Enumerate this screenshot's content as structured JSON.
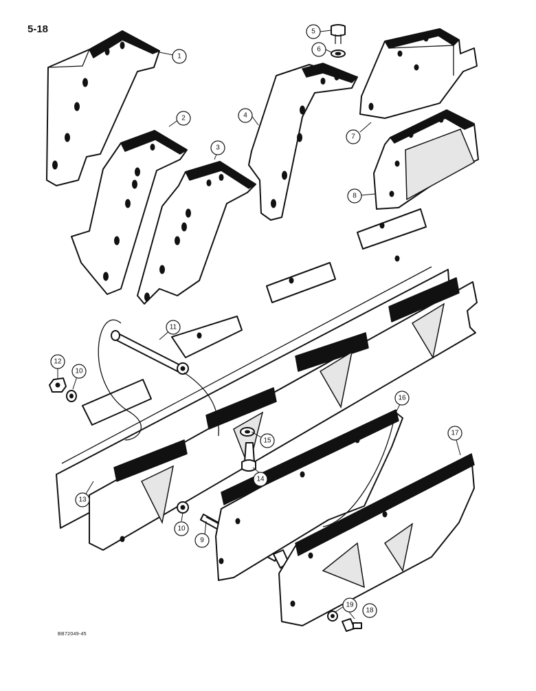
{
  "page": {
    "page_number": "5-18",
    "figure_code": "BB72049-45"
  },
  "callouts": {
    "c1": "1",
    "c2": "2",
    "c3": "3",
    "c4": "4",
    "c5": "5",
    "c6": "6",
    "c7": "7",
    "c8": "8",
    "c9": "9",
    "c10a": "10",
    "c10b": "10",
    "c11": "11",
    "c12": "12",
    "c13": "13",
    "c14": "14",
    "c15": "15",
    "c16": "16",
    "c17": "17",
    "c18": "18",
    "c19": "19"
  },
  "colors": {
    "ink": "#111111",
    "paper": "#ffffff",
    "shade": "#e6e6e6"
  }
}
